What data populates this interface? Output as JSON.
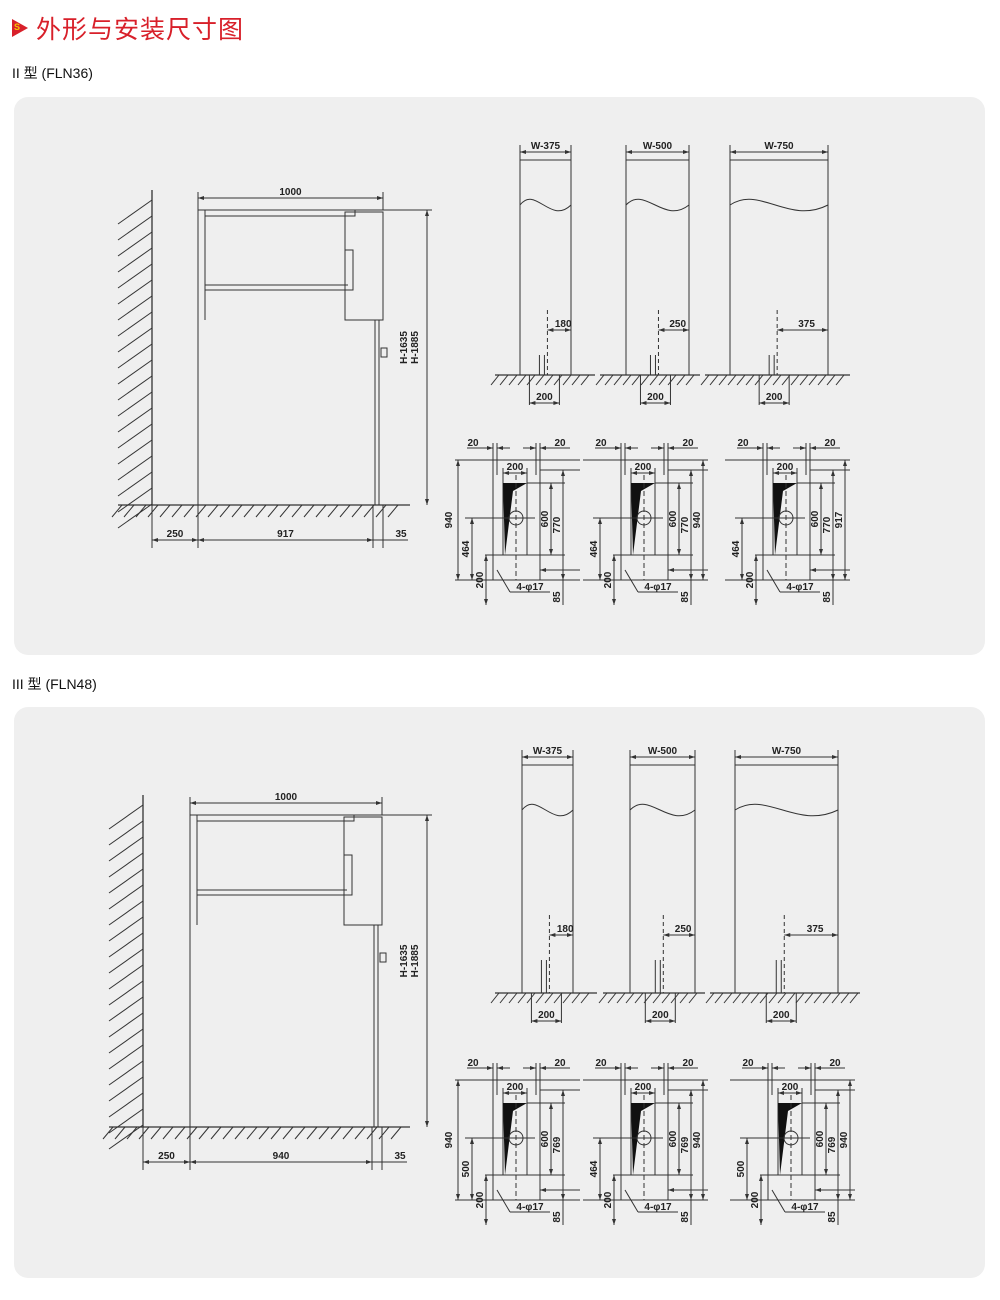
{
  "header": {
    "title": "外形与安装尺寸图",
    "logo_letter": "S"
  },
  "sections": [
    {
      "label": "II 型 (FLN36)",
      "side": {
        "width": "1000",
        "h1": "H-1635",
        "h2": "H-1885",
        "b1": "250",
        "b2": "917",
        "b3": "35"
      },
      "fronts": [
        {
          "w": "W-375",
          "d": "180",
          "b": "200"
        },
        {
          "w": "W-500",
          "d": "250",
          "b": "200"
        },
        {
          "w": "W-750",
          "d": "375",
          "b": "200"
        }
      ],
      "plans": [
        {
          "l20": "20",
          "r20": "20",
          "top": "200",
          "lt": "940",
          "lm": "464",
          "bot": "200",
          "r1": "600",
          "r2": "770",
          "rt": null,
          "hole": "4-φ17",
          "foot": "85"
        },
        {
          "l20": "20",
          "r20": "20",
          "top": "200",
          "lt": null,
          "lm": "464",
          "bot": "200",
          "r1": "600",
          "r2": "770",
          "rt": "940",
          "hole": "4-φ17",
          "foot": "85"
        },
        {
          "l20": "20",
          "r20": "20",
          "top": "200",
          "lt": null,
          "lm": "464",
          "bot": "200",
          "r1": "600",
          "r2": "770",
          "rt": "917",
          "hole": "4-φ17",
          "foot": "85"
        }
      ]
    },
    {
      "label": "III 型 (FLN48)",
      "side": {
        "width": "1000",
        "h1": "H-1635",
        "h2": "H-1885",
        "b1": "250",
        "b2": "940",
        "b3": "35"
      },
      "fronts": [
        {
          "w": "W-375",
          "d": "180",
          "b": "200"
        },
        {
          "w": "W-500",
          "d": "250",
          "b": "200"
        },
        {
          "w": "W-750",
          "d": "375",
          "b": "200"
        }
      ],
      "plans": [
        {
          "l20": "20",
          "r20": "20",
          "top": "200",
          "lt": "940",
          "lm": "500",
          "bot": "200",
          "r1": "600",
          "r2": "769",
          "rt": null,
          "hole": "4-φ17",
          "foot": "85"
        },
        {
          "l20": "20",
          "r20": "20",
          "top": "200",
          "lt": null,
          "lm": "464",
          "bot": "200",
          "r1": "600",
          "r2": "769",
          "rt": "940",
          "hole": "4-φ17",
          "foot": "85"
        },
        {
          "l20": "20",
          "r20": "20",
          "top": "200",
          "lt": null,
          "lm": "500",
          "bot": "200",
          "r1": "600",
          "r2": "769",
          "rt": "940",
          "hole": "4-φ17",
          "foot": "85"
        }
      ]
    }
  ]
}
